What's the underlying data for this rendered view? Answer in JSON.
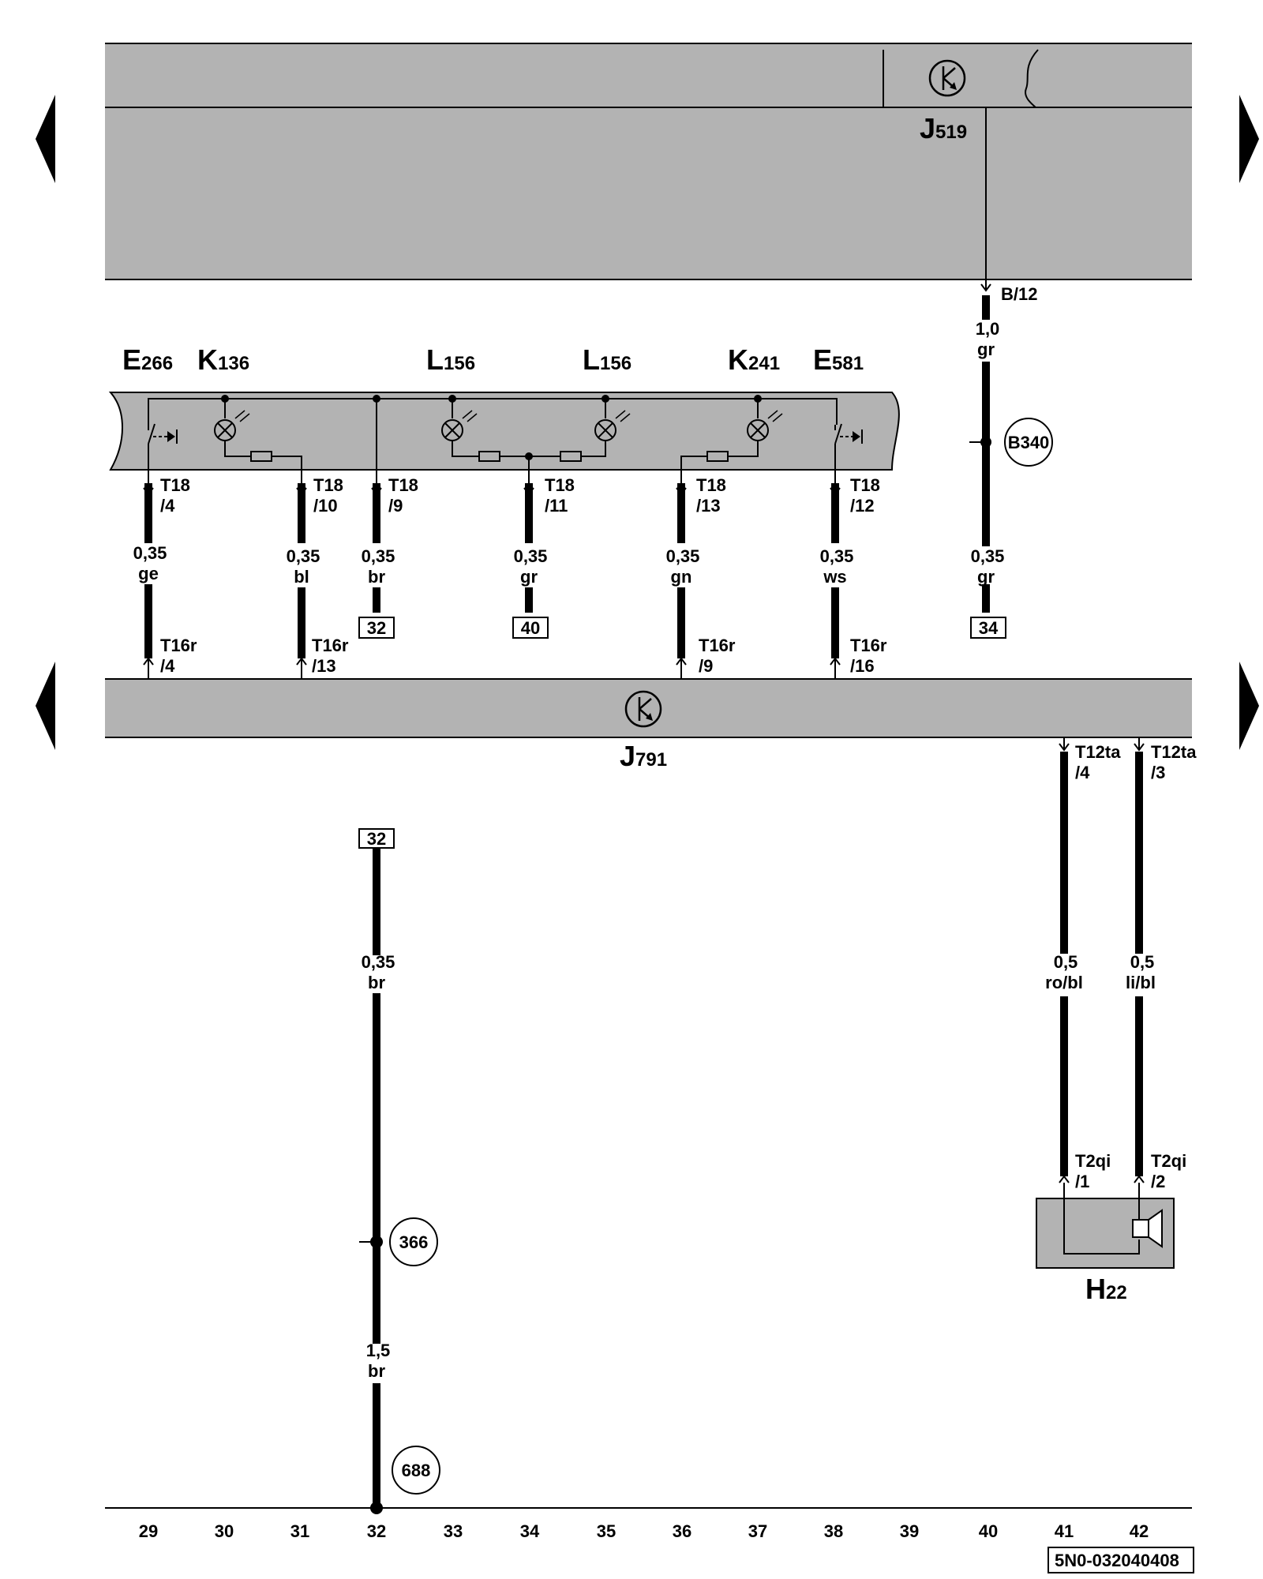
{
  "units": {
    "j519": {
      "letter": "J",
      "sub": "519"
    },
    "j791": {
      "letter": "J",
      "sub": "791"
    },
    "h22": {
      "letter": "H",
      "sub": "22"
    },
    "e266": {
      "letter": "E",
      "sub": "266"
    },
    "k136": {
      "letter": "K",
      "sub": "136"
    },
    "l156a": {
      "letter": "L",
      "sub": "156"
    },
    "l156b": {
      "letter": "L",
      "sub": "156"
    },
    "k241": {
      "letter": "K",
      "sub": "241"
    },
    "e581": {
      "letter": "E",
      "sub": "581"
    }
  },
  "pins": {
    "b12": "B/12",
    "t18_4": [
      "T18",
      "/4"
    ],
    "t18_10": [
      "T18",
      "/10"
    ],
    "t18_9": [
      "T18",
      "/9"
    ],
    "t18_11": [
      "T18",
      "/11"
    ],
    "t18_13": [
      "T18",
      "/13"
    ],
    "t18_12": [
      "T18",
      "/12"
    ],
    "t16r_4": [
      "T16r",
      "/4"
    ],
    "t16r_13": [
      "T16r",
      "/13"
    ],
    "t16r_9": [
      "T16r",
      "/9"
    ],
    "t16r_16": [
      "T16r",
      "/16"
    ],
    "t12ta_4": [
      "T12ta",
      "/4"
    ],
    "t12ta_3": [
      "T12ta",
      "/3"
    ],
    "t2qi_1": [
      "T2qi",
      "/1"
    ],
    "t2qi_2": [
      "T2qi",
      "/2"
    ]
  },
  "wires": {
    "w_ge": [
      "0,35",
      "ge"
    ],
    "w_bl": [
      "0,35",
      "bl"
    ],
    "w_br": [
      "0,35",
      "br"
    ],
    "w_gr40": [
      "0,35",
      "gr"
    ],
    "w_gn": [
      "0,35",
      "gn"
    ],
    "w_ws": [
      "0,35",
      "ws"
    ],
    "w_gr10": [
      "1,0",
      "gr"
    ],
    "w_gr34": [
      "0,35",
      "gr"
    ],
    "w_br35": [
      "0,35",
      "br"
    ],
    "w_br15": [
      "1,5",
      "br"
    ],
    "w_robl": [
      "0,5",
      "ro/bl"
    ],
    "w_libl": [
      "0,5",
      "li/bl"
    ]
  },
  "refs": {
    "r32a": "32",
    "r40": "40",
    "r34": "34",
    "r32b": "32"
  },
  "nodes": {
    "b340": "B340",
    "n366": "366",
    "n688": "688"
  },
  "columns": [
    "29",
    "30",
    "31",
    "32",
    "33",
    "34",
    "35",
    "36",
    "37",
    "38",
    "39",
    "40",
    "41",
    "42"
  ],
  "doc_id": "5N0-032040408",
  "colors": {
    "module_fill": "#b3b3b3",
    "line": "#000000",
    "background": "#ffffff"
  }
}
